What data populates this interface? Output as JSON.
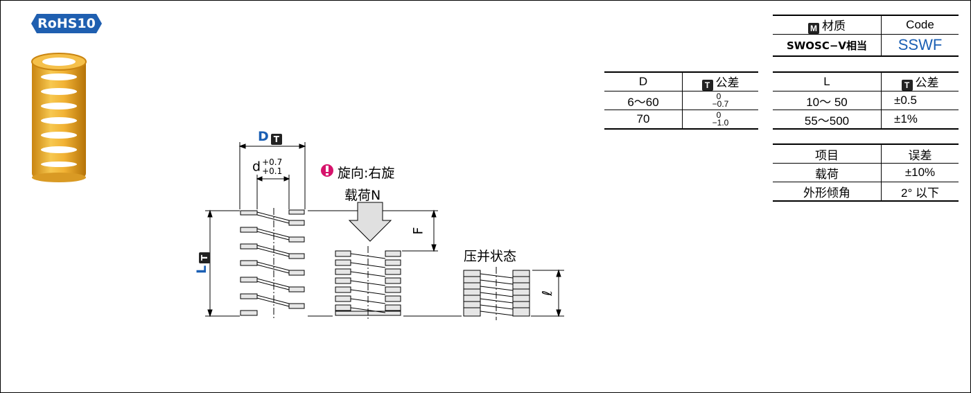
{
  "rohs": "RoHS10",
  "diagram": {
    "D": "D",
    "D_badge": "T",
    "d_label": "d",
    "d_tol_upper": "+0.7",
    "d_tol_lower": "+0.1",
    "winding": "旋向:右旋",
    "load": "载荷N",
    "F": "F",
    "L": "L",
    "L_badge": "T",
    "solid_state": "压并状态",
    "ell": "ℓ"
  },
  "material_table": {
    "header_badge": "M",
    "header_material": "材质",
    "header_code": "Code",
    "material": "SWOSC−V相当",
    "code": "SSWF"
  },
  "d_table": {
    "col1": "D",
    "badge": "T",
    "col2": "公差",
    "rows": [
      {
        "d": "6～60",
        "upper": "0",
        "lower": "−0.7"
      },
      {
        "d": "70",
        "upper": "0",
        "lower": "−1.0"
      }
    ]
  },
  "l_table": {
    "col1": "L",
    "badge": "T",
    "col2": "公差",
    "rows": [
      {
        "l": "10～ 50",
        "tol": "±0.5"
      },
      {
        "l": "55～500",
        "tol": "±1%"
      }
    ]
  },
  "error_table": {
    "col1": "项目",
    "col2": "误差",
    "rows": [
      {
        "item": "载荷",
        "err": "±10%"
      },
      {
        "item": "外形倾角",
        "err": "2° 以下"
      }
    ]
  },
  "colors": {
    "rohs_bg": "#1f5fb0",
    "spring": "#e8a62a",
    "accent_blue": "#1a5fb4",
    "warn": "#d6136b"
  }
}
